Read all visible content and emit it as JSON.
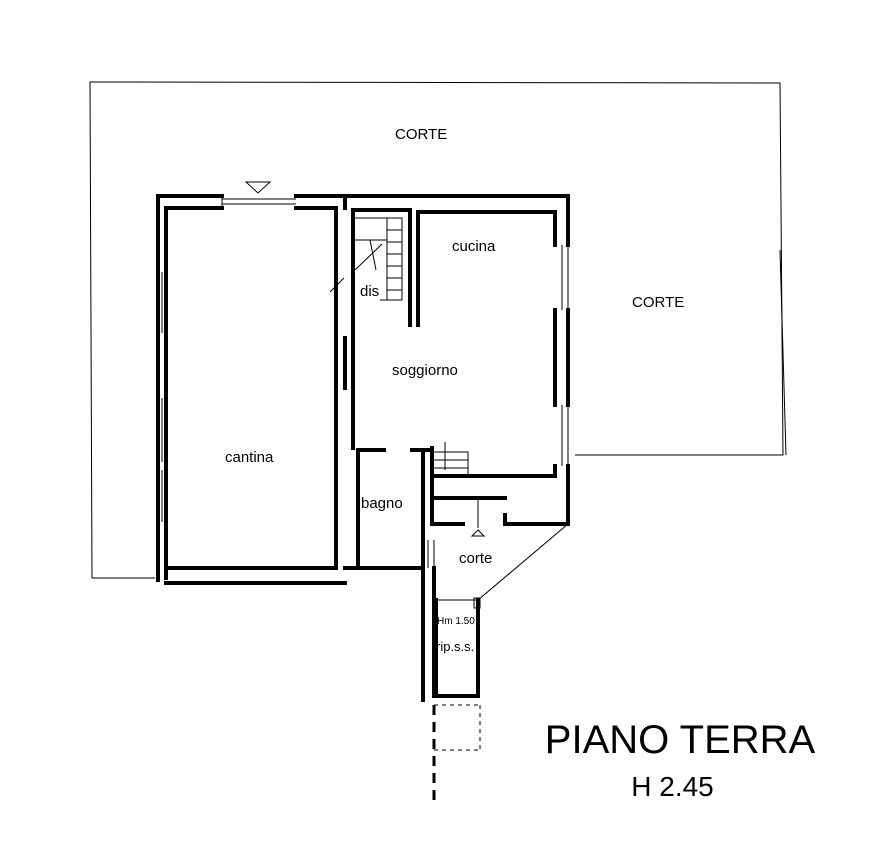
{
  "plan": {
    "title": "PIANO TERRA",
    "height": "H 2.45",
    "rooms": {
      "corte_top": "CORTE",
      "corte_right": "CORTE",
      "cucina": "cucina",
      "dis": "dis",
      "soggiorno": "soggiorno",
      "cantina": "cantina",
      "bagno": "bagno",
      "corte_small": "corte",
      "rip": "rip.s.s.",
      "hm": "Hm 1.50"
    }
  }
}
